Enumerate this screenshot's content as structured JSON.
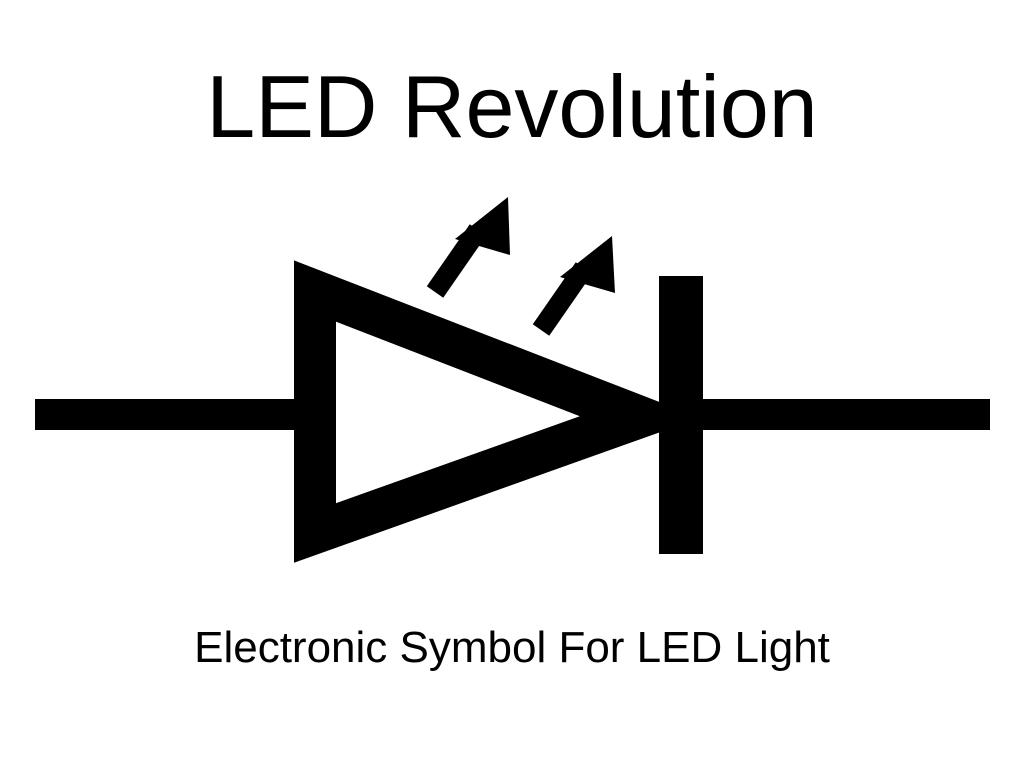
{
  "slide": {
    "title": "LED Revolution",
    "caption": "Electronic Symbol For LED Light"
  },
  "diagram": {
    "symbol": "led-diode-symbol",
    "parts": [
      "anode-lead",
      "triangle",
      "cathode-bar",
      "cathode-lead",
      "light-arrow",
      "light-arrow"
    ],
    "stroke_color": "#000000",
    "background_color": "#ffffff"
  }
}
